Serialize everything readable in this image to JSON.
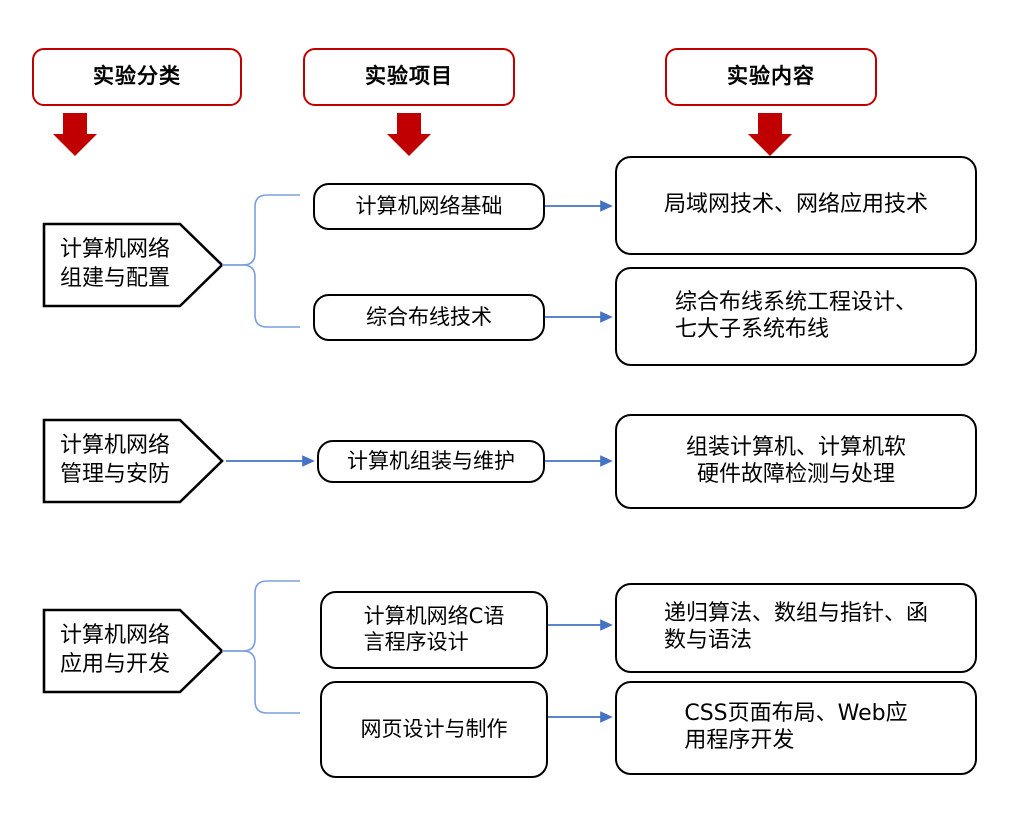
{
  "page": {
    "title": "实验课程体系图",
    "background": "#ffffff"
  },
  "colors": {
    "header_border": "#C00000",
    "header_arrow": "#C00000",
    "node_border": "#000000",
    "connector": "#4472C4",
    "text": "#000000"
  },
  "headers": [
    {
      "id": "col-category",
      "label": "实验分类"
    },
    {
      "id": "col-project",
      "label": "实验项目"
    },
    {
      "id": "col-content",
      "label": "实验内容"
    }
  ],
  "header_arrows": [
    {
      "id": "arrow-down-category"
    },
    {
      "id": "arrow-down-project"
    },
    {
      "id": "arrow-down-content"
    }
  ],
  "groups": [
    {
      "id": "group-network-build",
      "category": "计算机网络\n组建与配置",
      "connector": "brace",
      "rows": [
        {
          "id": "row-network-basics",
          "project": "计算机网络基础",
          "content": "局域网技术、网络应用技术"
        },
        {
          "id": "row-structured-cabling",
          "project": "综合布线技术",
          "content": "综合布线系统工程设计、\n七大子系统布线"
        }
      ]
    },
    {
      "id": "group-network-manage",
      "category": "计算机网络\n管理与安防",
      "connector": "arrow",
      "rows": [
        {
          "id": "row-computer-assembly",
          "project": "计算机组装与维护",
          "content": "组装计算机、计算机软\n硬件故障检测与处理"
        }
      ]
    },
    {
      "id": "group-network-app",
      "category": "计算机网络\n应用与开发",
      "connector": "brace",
      "rows": [
        {
          "id": "row-c-language",
          "project": "计算机网络C语\n言程序设计",
          "content": "递归算法、数组与指针、函\n数与语法"
        },
        {
          "id": "row-web-design",
          "project": "网页设计与制作",
          "content": "CSS页面布局、Web应\n用程序开发"
        }
      ]
    }
  ]
}
